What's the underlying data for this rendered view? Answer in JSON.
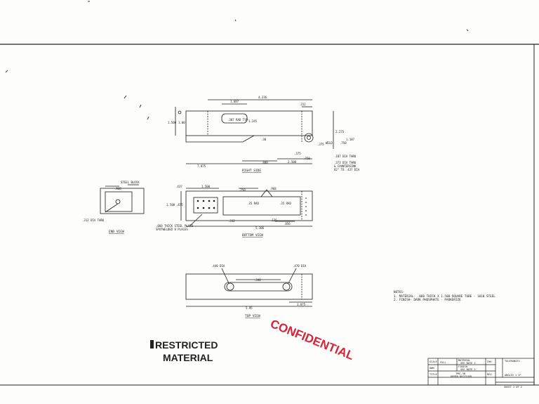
{
  "right_side": {
    "caption": "RIGHT SIDE",
    "dims": [
      "1.687",
      "4.236",
      ".312",
      "1.500",
      "1.00",
      "1.245",
      ".387 RAD TYP",
      ".38",
      "2.275",
      ".375",
      "WELD",
      ".750",
      "1.187",
      ".187 DIA THRU",
      ".375",
      ".750",
      ".880",
      "2.500",
      "7.875"
    ],
    "callout": [
      ".373 DIA THRU",
      "& COUNTERSINK",
      "82° TO .437 DIA"
    ]
  },
  "end_view": {
    "caption": "END VIEW",
    "label_block": "STEEL BLOCK",
    "dim": ".968",
    "label_hole": ".312 DIA THRU"
  },
  "bottom_view": {
    "caption": "BOTTOM VIEW",
    "dims": [
      ".437",
      "1.500",
      ".250",
      ".968",
      "1.500",
      ".875",
      ".312",
      ".35 RAD",
      ".35 RAD",
      ".125",
      ".856",
      "5.106"
    ],
    "plate_note": [
      ".060 THICK STEEL PLATE",
      "SPOTWELDED 8 PLACES"
    ]
  },
  "top_view": {
    "caption": "TOP VIEW",
    "dims": [
      ".440 DIA",
      ".470 DIA",
      ".340",
      "5.95",
      "1.875"
    ]
  },
  "notes": {
    "heading": "NOTES-",
    "lines": [
      "1. MATERIAL- .060 THICK X 1.500 SQUARE TUBE - 1018 STEEL",
      "2. FINISH- DARK PHOSPHATE - PARKERIZE"
    ]
  },
  "stamps": {
    "restricted": [
      "RESTRICTED",
      "MATERIAL"
    ],
    "confidential": "CONFIDENTIAL"
  },
  "title_block": {
    "scale_label": "SCALE",
    "scale_value": "FULL",
    "material_label": "MATERIAL",
    "material_value": "SEE NOTE 1",
    "finish_label": "FINISH",
    "finish_value": "SEE NOTE 2",
    "date_label": "DWN",
    "chk_label": "CHK",
    "title_label": "TITLE",
    "title_lines": [
      "PMC-38",
      "UPPER RECEIVER"
    ],
    "rev_label": "REV",
    "tolerances": "TOLERANCES",
    "angles": "ANGLES ± 0°",
    "sheet": "SHEET 2 OF 2"
  }
}
